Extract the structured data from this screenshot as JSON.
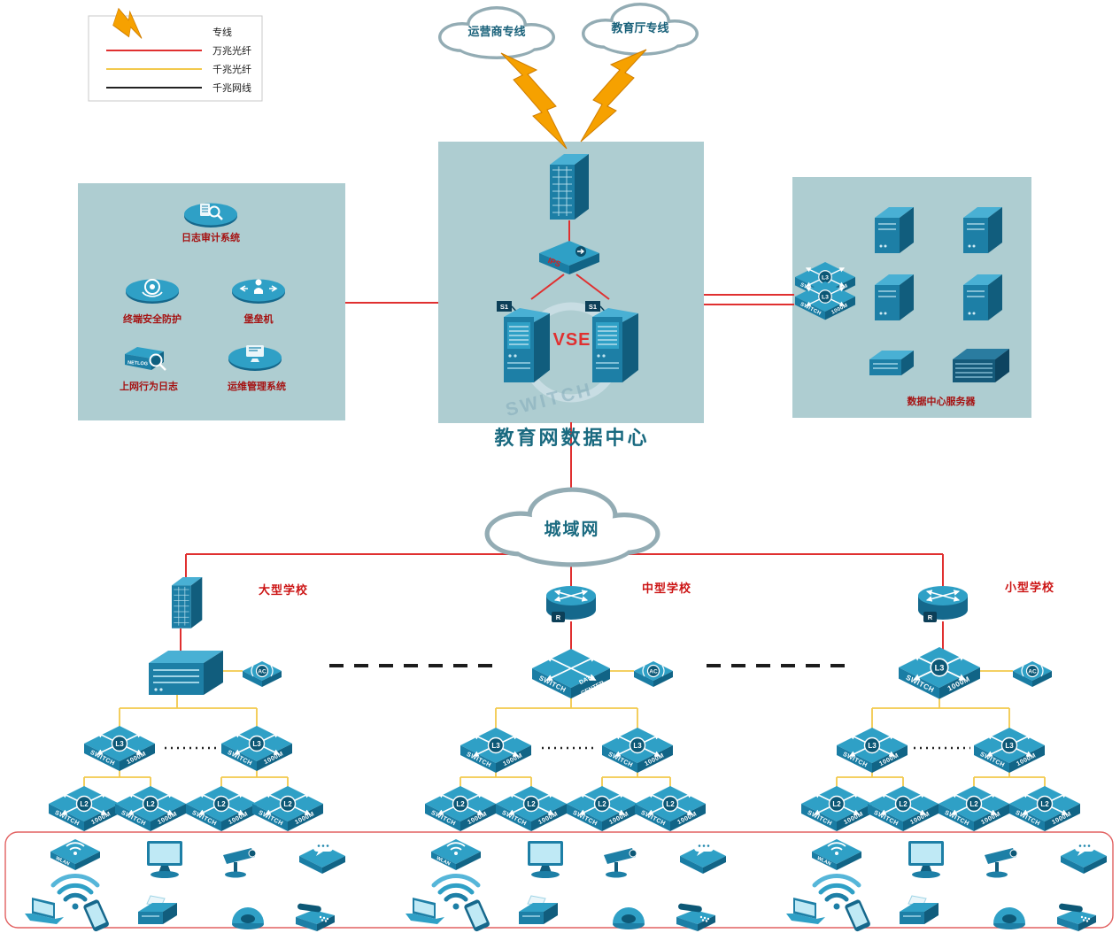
{
  "colors": {
    "zone_fill": "#aecdd1",
    "fiber_10g_red": "#e03030",
    "fiber_1g_yellow": "#f2c94c",
    "cable_1g_black": "#1c1c1c",
    "dedicated_line_orange": "#f6a100",
    "device_teal": "#1e86ad",
    "label_red": "#cc1414",
    "title_teal": "#1a6a80"
  },
  "legend": {
    "items": [
      {
        "label": "专线",
        "type": "lightning"
      },
      {
        "label": "万兆光纤",
        "type": "line-red"
      },
      {
        "label": "千兆光纤",
        "type": "line-yellow"
      },
      {
        "label": "千兆网线",
        "type": "line-black"
      }
    ]
  },
  "clouds": {
    "isp": "运营商专线",
    "edu": "教育厅专线",
    "man": "城域网"
  },
  "datacenter": {
    "title": "教育网数据中心",
    "vse_label": "VSE",
    "ips_label": "IPS",
    "switch_watermark": "SWITCH",
    "server_tag": "S1"
  },
  "security_zone": {
    "items": [
      {
        "label": "日志审计系统"
      },
      {
        "label": "终端安全防护"
      },
      {
        "label": "堡垒机"
      },
      {
        "label": "上网行为日志"
      },
      {
        "label": "运维管理系统"
      }
    ],
    "netlog_label": "NETLOG"
  },
  "server_zone": {
    "label": "数据中心服务器"
  },
  "schools": [
    {
      "name": "大型学校"
    },
    {
      "name": "中型学校"
    },
    {
      "name": "小型学校"
    }
  ],
  "device_labels": {
    "switch": "SWITCH",
    "speed": "1000M",
    "l3": "L3",
    "l2": "L2",
    "ac": "AC",
    "wlan": "WLAN",
    "dc_line1": "DATA",
    "dc_line2": "CENTER",
    "router_badge": "R"
  }
}
